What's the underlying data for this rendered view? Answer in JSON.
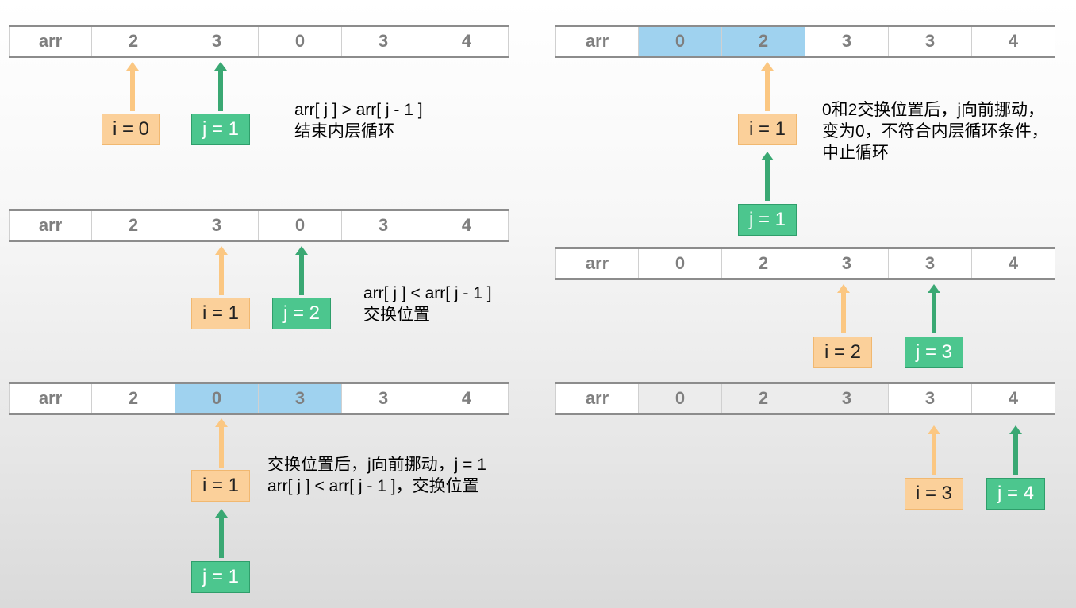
{
  "array_label": "arr",
  "panels": [
    {
      "values": [
        "2",
        "3",
        "0",
        "3",
        "4"
      ],
      "i_label": "i = 0",
      "j_label": "j = 1",
      "note": [
        "arr[ j ] > arr[ j - 1 ]",
        "结束内层循环"
      ]
    },
    {
      "values": [
        "2",
        "3",
        "0",
        "3",
        "4"
      ],
      "i_label": "i = 1",
      "j_label": "j = 2",
      "note": [
        "arr[ j ] < arr[ j - 1 ]",
        "交换位置"
      ]
    },
    {
      "values": [
        "2",
        "0",
        "3",
        "3",
        "4"
      ],
      "i_label": "i = 1",
      "j_label": "j = 1",
      "note": [
        "交换位置后，j向前挪动，j = 1",
        "arr[ j ] < arr[ j - 1 ]，交换位置"
      ]
    },
    {
      "values": [
        "0",
        "2",
        "3",
        "3",
        "4"
      ],
      "i_label": "i = 1",
      "j_label": "j = 1",
      "note": [
        "0和2交换位置后，j向前挪动，",
        "变为0，不符合内层循环条件，",
        "中止循环"
      ]
    },
    {
      "values": [
        "0",
        "2",
        "3",
        "3",
        "4"
      ],
      "i_label": "i = 2",
      "j_label": "j = 3",
      "note": []
    },
    {
      "values": [
        "0",
        "2",
        "3",
        "3",
        "4"
      ],
      "i_label": "i = 3",
      "j_label": "j = 4",
      "note": []
    }
  ],
  "colors": {
    "highlight": "#9fd2ef",
    "i_box": "#fbd09a",
    "j_box": "#4cc68e",
    "i_arrow": "#fbc782",
    "j_arrow": "#3aa873"
  }
}
